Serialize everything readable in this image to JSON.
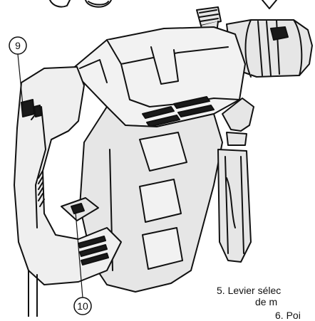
{
  "callouts": [
    {
      "id": "callout-9",
      "label": "9"
    },
    {
      "id": "callout-10",
      "label": "10"
    }
  ],
  "caption": {
    "line1": "5. Levier sélec",
    "line2": "de m",
    "line3": "6. Poi"
  },
  "colors": {
    "outline": "#111111",
    "body_gray": "#e6e6e6",
    "dark_fill": "#1a1a1a"
  },
  "icons": [
    "rotary-hammer-drill-illustration"
  ]
}
